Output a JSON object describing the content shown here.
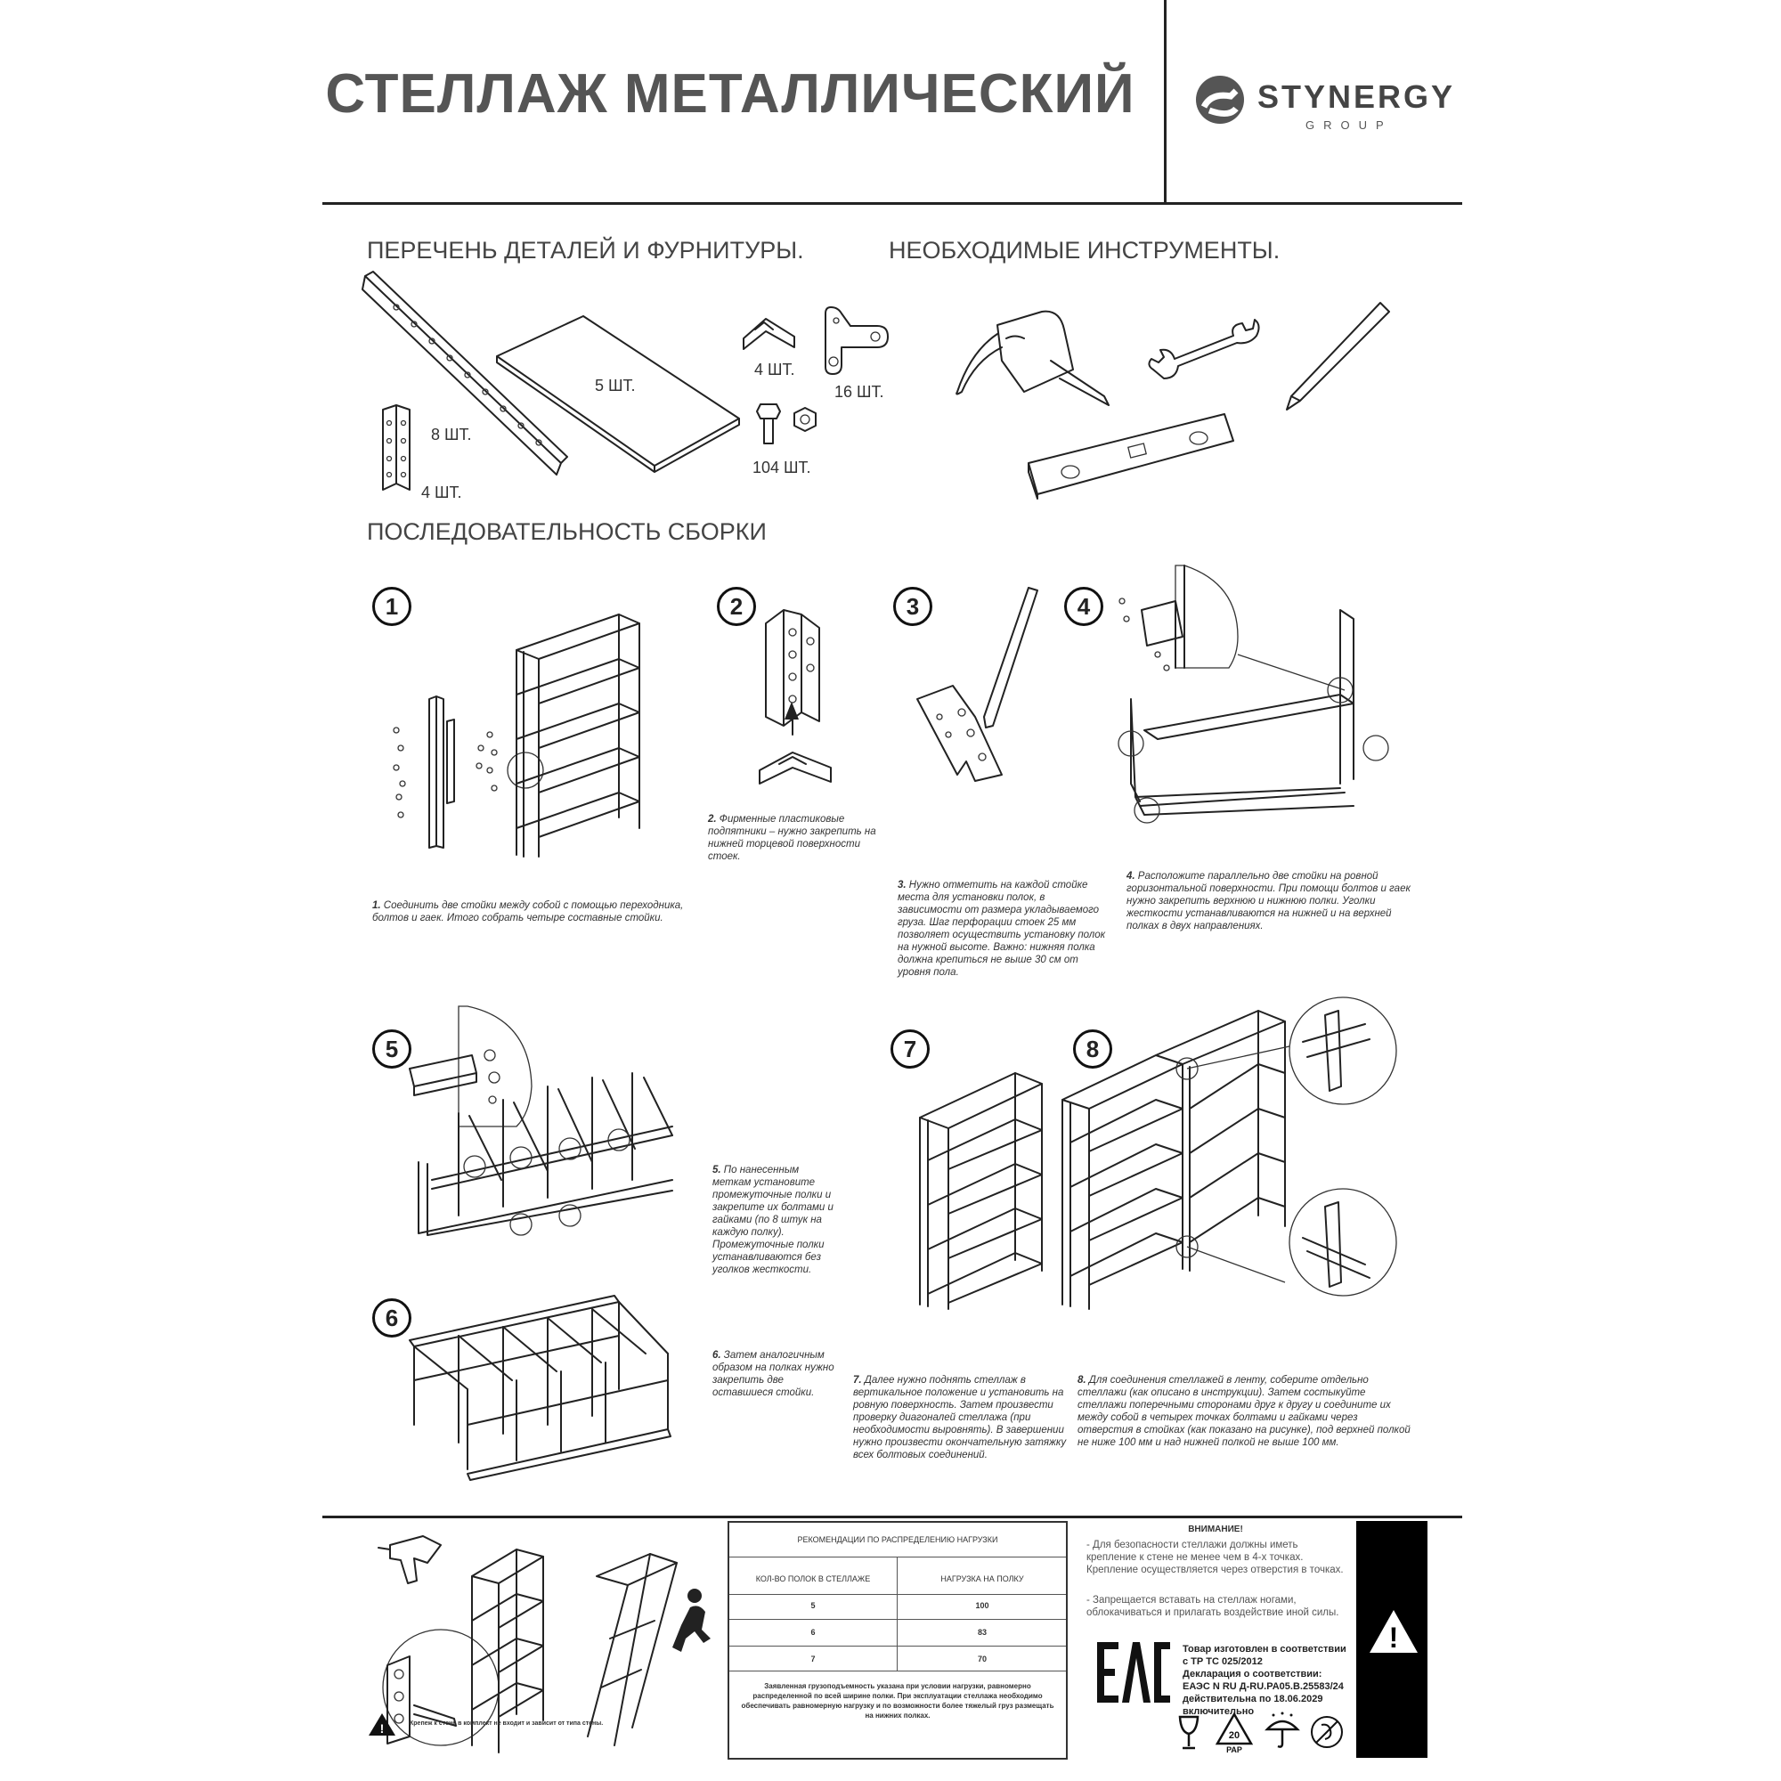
{
  "header": {
    "title": "СТЕЛЛАЖ МЕТАЛЛИЧЕСКИЙ",
    "logo_name": "STYNERGY",
    "logo_sub": "GROUP"
  },
  "parts": {
    "heading": "ПЕРЕЧЕНЬ ДЕТАЛЕЙ И ФУРНИТУРЫ.",
    "qty_shelves": "5 ШТ.",
    "qty_posts": "8 ШТ.",
    "qty_connectors": "4 ШТ.",
    "qty_feet": "4 ШТ.",
    "qty_corners": "16 ШТ.",
    "qty_bolts": "104 ШТ."
  },
  "tools": {
    "heading": "НЕОБХОДИМЫЕ ИНСТРУМЕНТЫ."
  },
  "assembly": {
    "heading": "ПОСЛЕДОВАТЕЛЬНОСТЬ СБОРКИ",
    "steps": [
      {
        "num": "1",
        "label": "1.",
        "text": "Соединить две стойки между собой с помощью переходника, болтов и гаек. Итого собрать четыре составные стойки."
      },
      {
        "num": "2",
        "label": "2.",
        "text": "Фирменные пластиковые подпятники – нужно закрепить на нижней торцевой поверхности стоек."
      },
      {
        "num": "3",
        "label": "3.",
        "text": "Нужно отметить на каждой стойке места для установки полок, в зависимости от размера укладываемого груза. Шаг перфорации стоек 25 мм позволяет осуществить установку полок на нужной высоте. Важно: нижняя полка должна крепиться не выше 30 см от уровня пола."
      },
      {
        "num": "4",
        "label": "4.",
        "text": "Расположите параллельно две стойки на ровной горизонтальной поверхности. При помощи болтов и гаек нужно закрепить верхнюю и нижнюю полки. Уголки жесткости устанавливаются на нижней и на верхней полках  в двух направлениях."
      },
      {
        "num": "5",
        "label": "5.",
        "text": "По нанесенным меткам установите промежуточные полки и закрепите их болтами и гайками (по 8 штук  на каждую полку). Промежуточные полки устанавливаются без уголков жесткости."
      },
      {
        "num": "6",
        "label": "6.",
        "text": "Затем аналогичным образом на полках нужно закрепить две оставшиеся стойки."
      },
      {
        "num": "7",
        "label": "7.",
        "text": "Далее нужно поднять стеллаж в вертикальное положение и установить на ровную поверхность. Затем произвести проверку диагоналей стеллажа (при необходимости выровнять). В завершении нужно произвести окончательную затяжку всех болтовых соединений."
      },
      {
        "num": "8",
        "label": "8.",
        "text": "Для соединения стеллажей в ленту, соберите отдельно стеллажи (как описано в инструкции). Затем состыкуйте стеллажи поперечными сторонами друг к другу и соедините их между собой в четырех точках болтами и гайками через отверстия в стойках (как показано на рисунке), под верхней полкой не ниже 100 мм и над нижней полкой не выше 100 мм."
      }
    ]
  },
  "footer": {
    "wall_note": "Крепеж к стене в комплект не входит и зависит от типа стены.",
    "table": {
      "title": "РЕКОМЕНДАЦИИ ПО РАСПРЕДЕЛЕНИЮ НАГРУЗКИ",
      "col1": "КОЛ-ВО ПОЛОК В СТЕЛЛАЖЕ",
      "col2": "НАГРУЗКА НА ПОЛКУ",
      "rows": [
        {
          "shelves": "5",
          "load": "100"
        },
        {
          "shelves": "6",
          "load": "83"
        },
        {
          "shelves": "7",
          "load": "70"
        }
      ],
      "note": "Заявленная грузоподъемность указана при условии нагрузки, равномерно распределенной по всей ширине полки. При эксплуатации стеллажа необходимо обеспечивать равномерную нагрузку и по возможности более тяжелый груз размещать на нижних полках."
    },
    "warning": {
      "title": "ВНИМАНИЕ!",
      "line1": "- Для безопасности стеллажи должны иметь крепление к стене не менее чем в 4-х точках. Крепление осуществляется через отверстия в точках.",
      "line2": "- Запрещается вставать на стеллаж ногами, облокачиваться и прилагать воздействие иной силы."
    },
    "cert": {
      "eac": "EAC",
      "lines": [
        "Товар изготовлен в соответствии",
        "с ТР ТС 025/2012",
        "Декларация о соответствии:",
        "ЕАЭС N RU Д-RU.PA05.B.25583/24",
        "действительна по 18.06.2029",
        "включительно"
      ],
      "recycle_num": "20",
      "recycle_label": "PAP"
    }
  }
}
